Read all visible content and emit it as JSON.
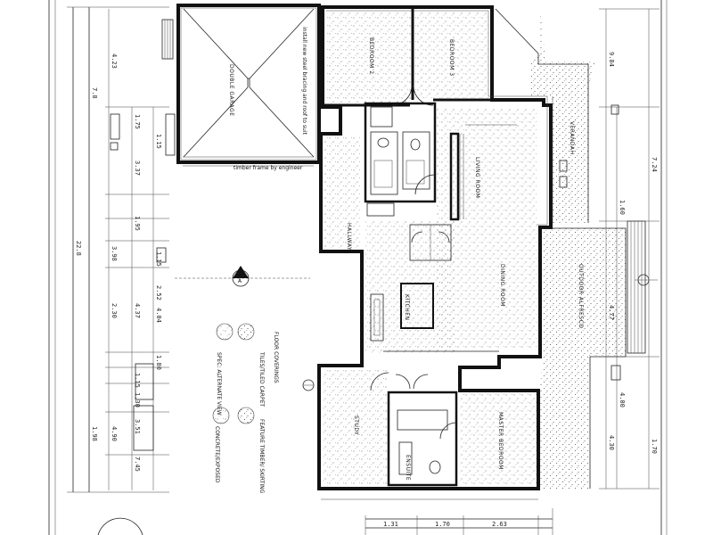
{
  "drawing": {
    "marker_label": "A",
    "legend": {
      "title": "FLOOR COVERINGS",
      "items": [
        "TILES/TILED CARPET",
        "FEATURE TIMBER/ SKIRTING",
        "SPEC: ALTERNATE VIEW",
        "CONCRETE/EXPOSED"
      ]
    },
    "rooms": [
      {
        "id": "garage",
        "label": "DOUBLE GARAGE"
      },
      {
        "id": "bed2",
        "label": "BEDROOM 2"
      },
      {
        "id": "bed3",
        "label": "BEDROOM 3"
      },
      {
        "id": "hall",
        "label": "HALLWAY"
      },
      {
        "id": "living",
        "label": "LIVING ROOM"
      },
      {
        "id": "kitchen",
        "label": "KITCHEN"
      },
      {
        "id": "dining",
        "label": "DINING ROOM"
      },
      {
        "id": "verandah",
        "label": "VERANDAH"
      },
      {
        "id": "alfresco",
        "label": "OUTDOOR ALFRESCO"
      },
      {
        "id": "study",
        "label": "STUDY"
      },
      {
        "id": "master",
        "label": "MASTER BEDROOM"
      },
      {
        "id": "ensuite",
        "label": "ENSUITE"
      }
    ],
    "garage_note": "install new steel bracing and roof to suit",
    "garage_note_small": "timber frame by engineer",
    "dims_left_outer": [
      "7.8",
      "22.8",
      "1.98"
    ],
    "dims_left_inner": [
      "4.23",
      "1.75",
      "1.15",
      "3.37",
      "1.95",
      "3.98",
      "1.15",
      "2.52",
      "2.30",
      "4.37",
      "4.04",
      "1.80",
      "1.15",
      "1.30",
      "3.51",
      "4.90",
      "7.45"
    ],
    "dims_right": [
      "9.84",
      "7.24",
      "1.60",
      "4.77",
      "4.30",
      "1.70",
      "4.00"
    ],
    "dims_bottom": [
      "1.31",
      "1.70",
      "2.63"
    ]
  }
}
